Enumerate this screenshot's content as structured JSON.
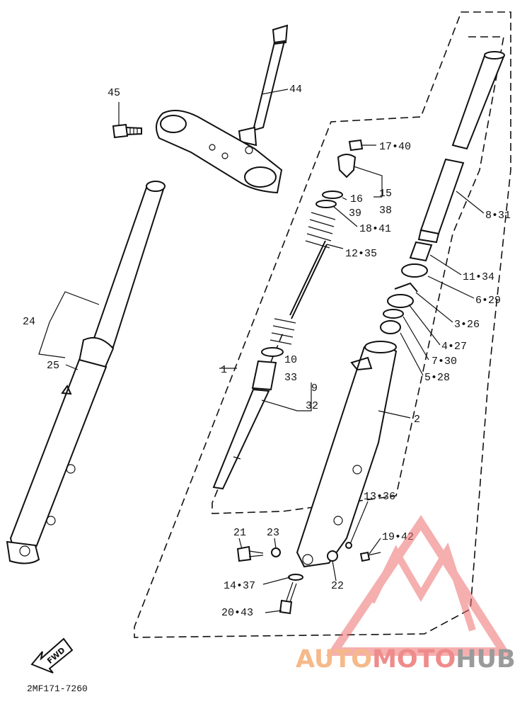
{
  "diagram": {
    "part_labels": {
      "p1": "1",
      "p2": "2",
      "p3_26": "3•26",
      "p4_27": "4•27",
      "p5_28": "5•28",
      "p6_29": "6•29",
      "p7_30": "7•30",
      "p8_31": "8•31",
      "p9": "9",
      "p32": "32",
      "p10": "10",
      "p33": "33",
      "p11_34": "11•34",
      "p12_35": "12•35",
      "p13_36": "13•36",
      "p14_37": "14•37",
      "p15": "15",
      "p38": "38",
      "p16": "16",
      "p39": "39",
      "p17_40": "17•40",
      "p18_41": "18•41",
      "p19_42": "19•42",
      "p20_43": "20•43",
      "p21": "21",
      "p22": "22",
      "p23": "23",
      "p24": "24",
      "p25": "25",
      "p44": "44",
      "p45": "45"
    },
    "fwd_label": "FWD",
    "code": "2MF171-7260"
  },
  "watermark": {
    "part1": "AUTO",
    "part2": "MOTO",
    "part3": "HUB",
    "color_auto": "#f5b98a",
    "color_moto": "#ef8b8b",
    "color_hub": "#9a9a9a",
    "logo_color": "#ee6e6e"
  }
}
